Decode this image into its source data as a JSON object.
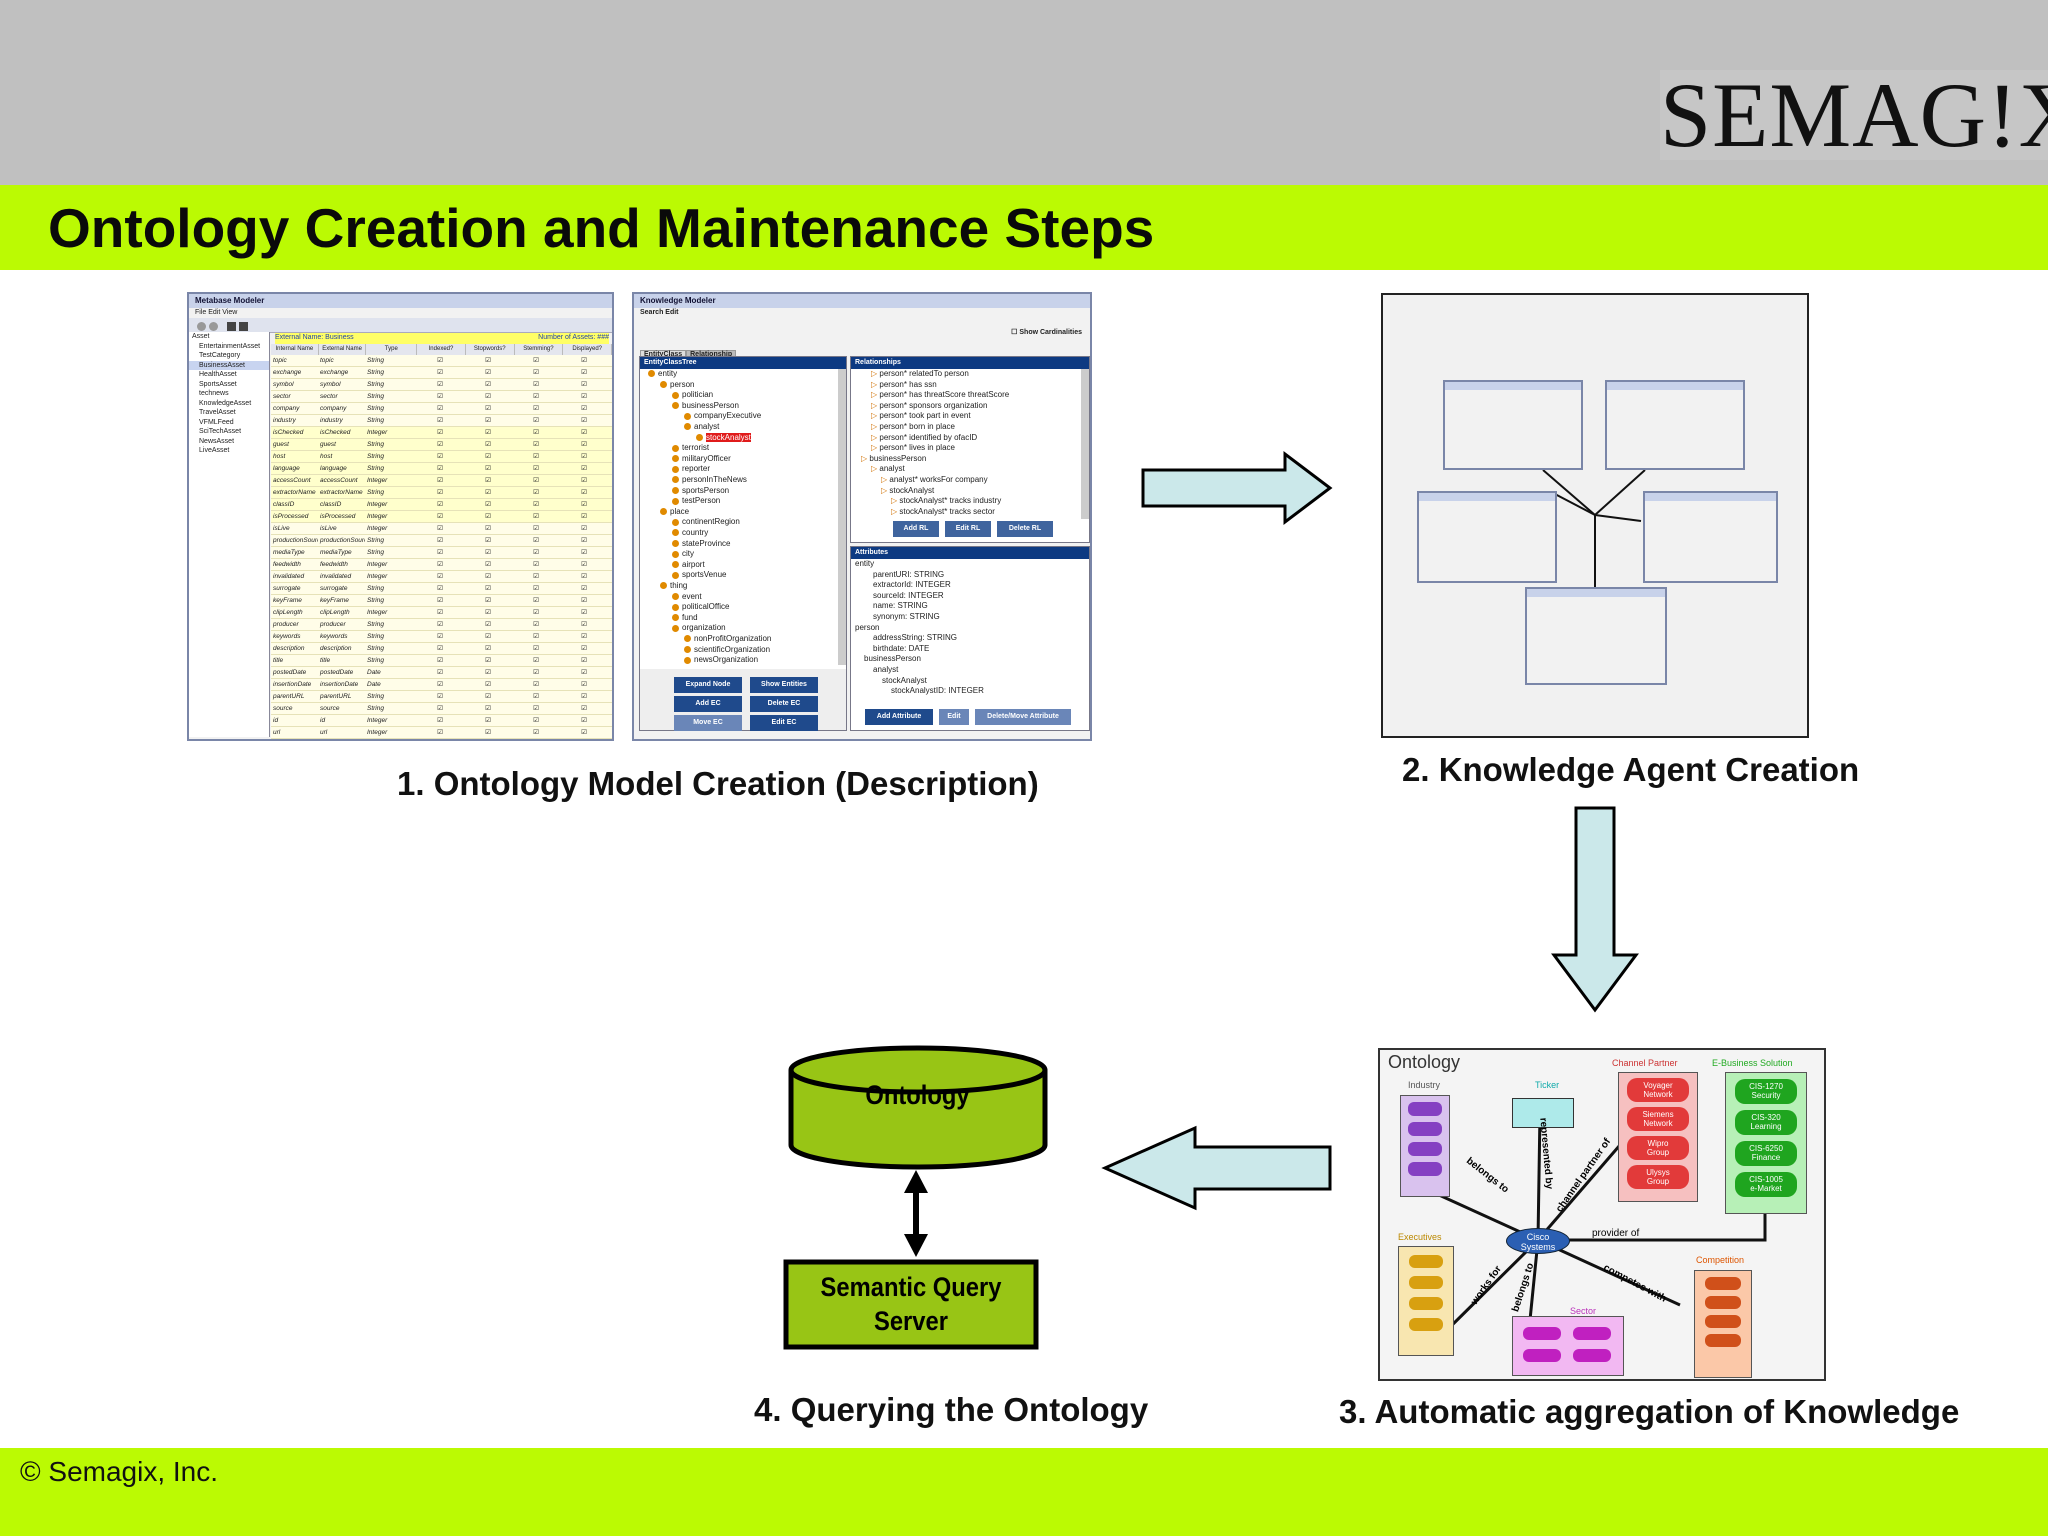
{
  "logo": "SEMAG!X",
  "title": "Ontology Creation and Maintenance Steps",
  "footer": "© Semagix, Inc.",
  "captions": {
    "step1": "1. Ontology Model Creation (Description)",
    "step2": "2. Knowledge Agent Creation",
    "step3": "3. Automatic aggregation of Knowledge",
    "step4": "4. Querying the Ontology"
  },
  "metabase": {
    "title": "Metabase Modeler",
    "menu": "File   Edit   View",
    "tree": [
      "Asset",
      "EntertainmentAsset",
      "TestCategory",
      "BusinessAsset",
      "HealthAsset",
      "SportsAsset",
      "technews",
      "KnowledgeAsset",
      "TravelAsset",
      "VFMLFeed",
      "SciTechAsset",
      "NewsAsset",
      "LiveAsset"
    ],
    "subheader_left": "External Name: Business",
    "subheader_right": "Number of Assets: ###",
    "columns": [
      "Internal Name",
      "External Name",
      "Type",
      "Indexed?",
      "Stopwords?",
      "Stemming?",
      "Displayed?"
    ],
    "rows": [
      [
        "topic",
        "String"
      ],
      [
        "exchange",
        "String"
      ],
      [
        "symbol",
        "String"
      ],
      [
        "sector",
        "String"
      ],
      [
        "company",
        "String"
      ],
      [
        "industry",
        "String"
      ],
      [
        "isChecked",
        "Integer"
      ],
      [
        "guest",
        "String"
      ],
      [
        "host",
        "String"
      ],
      [
        "language",
        "String"
      ],
      [
        "accessCount",
        "Integer"
      ],
      [
        "extractorName",
        "String"
      ],
      [
        "classID",
        "Integer"
      ],
      [
        "isProcessed",
        "Integer"
      ],
      [
        "isLive",
        "Integer"
      ],
      [
        "productionSource",
        "String"
      ],
      [
        "mediaType",
        "String"
      ],
      [
        "feedwidth",
        "Integer"
      ],
      [
        "invalidated",
        "Integer"
      ],
      [
        "surrogate",
        "String"
      ],
      [
        "keyFrame",
        "String"
      ],
      [
        "clipLength",
        "Integer"
      ],
      [
        "producer",
        "String"
      ],
      [
        "keywords",
        "String"
      ],
      [
        "description",
        "String"
      ],
      [
        "title",
        "String"
      ],
      [
        "postedDate",
        "Date"
      ],
      [
        "insertionDate",
        "Date"
      ],
      [
        "parentURL",
        "String"
      ],
      [
        "source",
        "String"
      ],
      [
        "id",
        "Integer"
      ],
      [
        "url",
        "Integer"
      ]
    ]
  },
  "knowledge_modeler": {
    "title": "Knowledge Modeler",
    "menu": "Search   Edit",
    "show_cardinalities": "Show Cardinalities",
    "tabs": [
      "EntityClass",
      "Relationship"
    ],
    "tree_header": "EntityClassTree",
    "tree": [
      {
        "t": "entity",
        "d": 0
      },
      {
        "t": "person",
        "d": 1
      },
      {
        "t": "politician",
        "d": 2
      },
      {
        "t": "businessPerson",
        "d": 2
      },
      {
        "t": "companyExecutive",
        "d": 3
      },
      {
        "t": "analyst",
        "d": 3
      },
      {
        "t": "stockAnalyst",
        "d": 4
      },
      {
        "t": "terrorist",
        "d": 2
      },
      {
        "t": "militaryOfficer",
        "d": 2
      },
      {
        "t": "reporter",
        "d": 2
      },
      {
        "t": "personInTheNews",
        "d": 2
      },
      {
        "t": "sportsPerson",
        "d": 2
      },
      {
        "t": "testPerson",
        "d": 2
      },
      {
        "t": "place",
        "d": 1
      },
      {
        "t": "continentRegion",
        "d": 2
      },
      {
        "t": "country",
        "d": 2
      },
      {
        "t": "stateProvince",
        "d": 2
      },
      {
        "t": "city",
        "d": 2
      },
      {
        "t": "airport",
        "d": 2
      },
      {
        "t": "sportsVenue",
        "d": 2
      },
      {
        "t": "thing",
        "d": 1
      },
      {
        "t": "event",
        "d": 2
      },
      {
        "t": "politicalOffice",
        "d": 2
      },
      {
        "t": "fund",
        "d": 2
      },
      {
        "t": "organization",
        "d": 2
      },
      {
        "t": "nonProfitOrganization",
        "d": 3
      },
      {
        "t": "scientificOrganization",
        "d": 3
      },
      {
        "t": "newsOrganization",
        "d": 3
      }
    ],
    "rel_header": "Relationships",
    "relationships": [
      "person* relatedTo person",
      "person* has ssn",
      "person* has threatScore threatScore",
      "person* sponsors organization",
      "person* took part in event",
      "person* born in place",
      "person* identified by ofacID",
      "person* lives in place",
      "businessPerson",
      "analyst",
      "analyst* worksFor company",
      "stockAnalyst",
      "stockAnalyst* tracks industry",
      "stockAnalyst* tracks sector"
    ],
    "rel_buttons": [
      "Add RL",
      "Edit RL",
      "Delete RL"
    ],
    "attr_header": "Attributes",
    "attributes": [
      "entity",
      "parentURI:  STRING",
      "extractorId:  INTEGER",
      "sourceId:  INTEGER",
      "name:  STRING",
      "synonym:  STRING",
      "person",
      "addressString:  STRING",
      "birthdate:  DATE",
      "businessPerson",
      "analyst",
      "stockAnalyst",
      "stockAnalystID:  INTEGER"
    ],
    "left_buttons": [
      "Expand Node",
      "Show Entities",
      "Add EC",
      "Delete EC",
      "Move EC",
      "Edit EC"
    ],
    "attr_buttons": [
      "Add Attribute",
      "Edit",
      "Delete/Move Attribute"
    ]
  },
  "aggregation": {
    "title": "Ontology",
    "groups": {
      "industry": "Industry",
      "ticker": "Ticker",
      "channel": "Channel Partner",
      "ebusiness": "E-Business Solution",
      "executives": "Executives",
      "competition": "Competition",
      "sector": "Sector"
    },
    "center": "Cisco\nSystems",
    "channel_items": [
      "Voyager\nNetwork",
      "Siemens\nNetwork",
      "Wipro\nGroup",
      "Ulysys\nGroup"
    ],
    "ebusiness_items": [
      "CIS-1270\nSecurity",
      "CIS-320\nLearning",
      "CIS-6250\nFinance",
      "CIS-1005\ne-Market"
    ],
    "edges": [
      "belongs to",
      "represented by",
      "channel partner of",
      "provider of",
      "works for",
      "belongs to",
      "competes with"
    ]
  },
  "query": {
    "ontology_label": "Ontology",
    "server_label": "Semantic Query\nServer"
  },
  "colors": {
    "lime": "#bbfa03",
    "grey_band": "#c0c0c0",
    "arrow_fill": "#cbe8ea",
    "db_fill": "#98c515",
    "window_blue": "#0d3a82"
  }
}
